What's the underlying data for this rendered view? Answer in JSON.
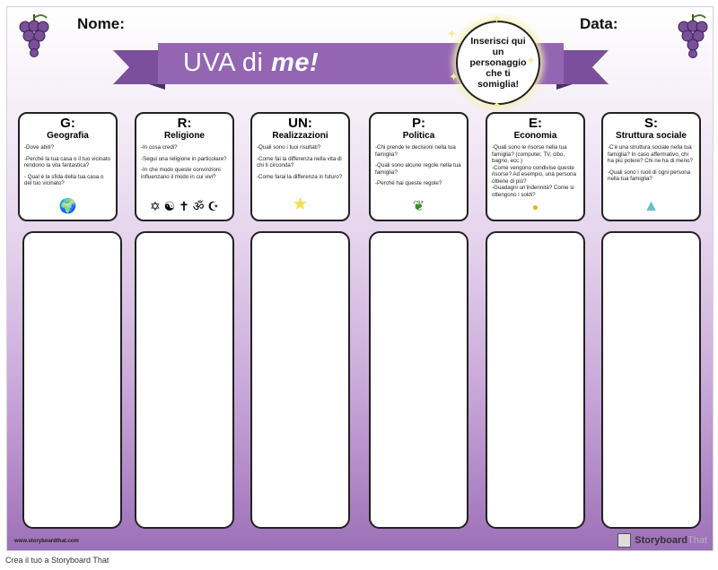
{
  "header": {
    "name_label": "Nome:",
    "date_label": "Data:",
    "title_main": "UVA di ",
    "title_accent": "me!",
    "portrait_text": "Inserisci qui un personaggio che ti somiglia!"
  },
  "colors": {
    "ribbon": "#8e5fab",
    "ribbon_dark": "#6f4690",
    "grape": "#7a4f9a"
  },
  "cards": [
    {
      "letter": "G:",
      "title": "Geografia",
      "icon": "globe-icon",
      "glyph": "🌍",
      "questions": [
        "-Dove abiti?",
        "-Perché la tua casa o il tuo vicinato rendono la vita fantastica?",
        "- Qual è la sfida della tua casa o del tuo vicinato?"
      ]
    },
    {
      "letter": "R:",
      "title": "Religione",
      "icon": "religion-symbols-icon",
      "glyph": "✡ ☯ ✝ ॐ ☪",
      "questions": [
        "-In cosa credi?",
        "-Segui una religione in particolare?",
        "-In che modo queste convinzioni influenzano il modo in cui vivi?"
      ]
    },
    {
      "letter": "UN:",
      "title": "Realizzazioni",
      "icon": "star-icon",
      "glyph": "★",
      "questions": [
        "-Quali sono i tuoi risultati?",
        "-Come fai la differenza nella vita di chi ti circonda?",
        "-Come farai la differenza in futuro?"
      ]
    },
    {
      "letter": "P:",
      "title": "Politica",
      "icon": "laurel-icon",
      "glyph": "❦",
      "questions": [
        "-Chi prende le decisioni nella tua famiglia?",
        "-Quali sono alcune regole nella tua famiglia?",
        "-Perché hai queste regole?"
      ]
    },
    {
      "letter": "E:",
      "title": "Economia",
      "icon": "coins-icon",
      "glyph": "●",
      "questions": [
        "-Quali sono le risorse nella tua famiglia? (computer, TV, cibo, bagno, ecc.)\n-Come vengono condivise queste risorse? Ad esempio, una persona ottiene di più?\n-Guadagni un'indennità? Come si ottengono i soldi?"
      ]
    },
    {
      "letter": "S:",
      "title": "Struttura sociale",
      "icon": "pyramid-icon",
      "glyph": "▲",
      "questions": [
        "-C'è una struttura sociale nella tua famiglia? In caso affermativo, chi ha più potere? Chi ne ha di meno?",
        "-Quali sono i ruoli di ogni persona nella tua famiglia?"
      ]
    }
  ],
  "footer": {
    "site": "www.storyboardthat.com",
    "logo_main": "Storyboard",
    "logo_tail": "That",
    "caption": "Crea il tuo a Storyboard That"
  }
}
